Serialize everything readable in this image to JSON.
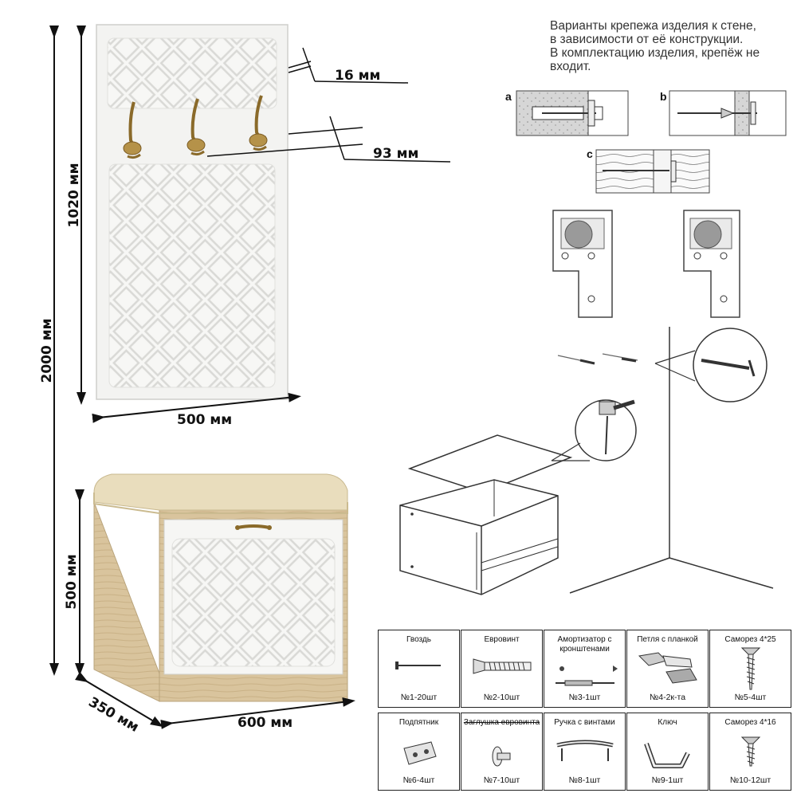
{
  "dimensions": {
    "total_height": "2000 мм",
    "panel_height": "1020 мм",
    "panel_width": "500 мм",
    "panel_thickness": "16 мм",
    "hook_depth": "93 мм",
    "bench_height": "500 мм",
    "bench_depth": "350 мм",
    "bench_width": "600 мм"
  },
  "mounting_note": {
    "lines": [
      "Варианты крепежа изделия к стене,",
      "в зависимости от её конструкции.",
      "В комплектацию изделия, крепёж не",
      "входит."
    ],
    "variant_labels": [
      "a",
      "b",
      "c"
    ]
  },
  "parts_row1": [
    {
      "name": "Гвоздь",
      "qty": "№1-20шт",
      "icon": "nail-icon"
    },
    {
      "name": "Евровинт",
      "qty": "№2-10шт",
      "icon": "euroscrew-icon"
    },
    {
      "name": "Амортизатор с кронштенами",
      "qty": "№3-1шт",
      "icon": "gas-strut-icon"
    },
    {
      "name": "Петля с планкой",
      "qty": "№4-2к-та",
      "icon": "hinge-icon"
    },
    {
      "name": "Саморез 4*25",
      "qty": "№5-4шт",
      "icon": "screw-icon"
    }
  ],
  "parts_row2": [
    {
      "name": "Подпятник",
      "qty": "№6-4шт",
      "icon": "foot-pad-icon"
    },
    {
      "name": "Заглушка евровинта",
      "qty": "№7-10шт",
      "icon": "cap-icon"
    },
    {
      "name": "Ручка с винтами",
      "qty": "№8-1шт",
      "icon": "handle-icon"
    },
    {
      "name": "Ключ",
      "qty": "№9-1шт",
      "icon": "hex-key-icon"
    },
    {
      "name": "Саморез 4*16",
      "qty": "№10-12шт",
      "icon": "screw-icon"
    }
  ],
  "colors": {
    "panel_white": "#f4f4f2",
    "oak": "#d8c39b",
    "cushion": "#e8dcbc",
    "brass": "#9a7a3a"
  }
}
